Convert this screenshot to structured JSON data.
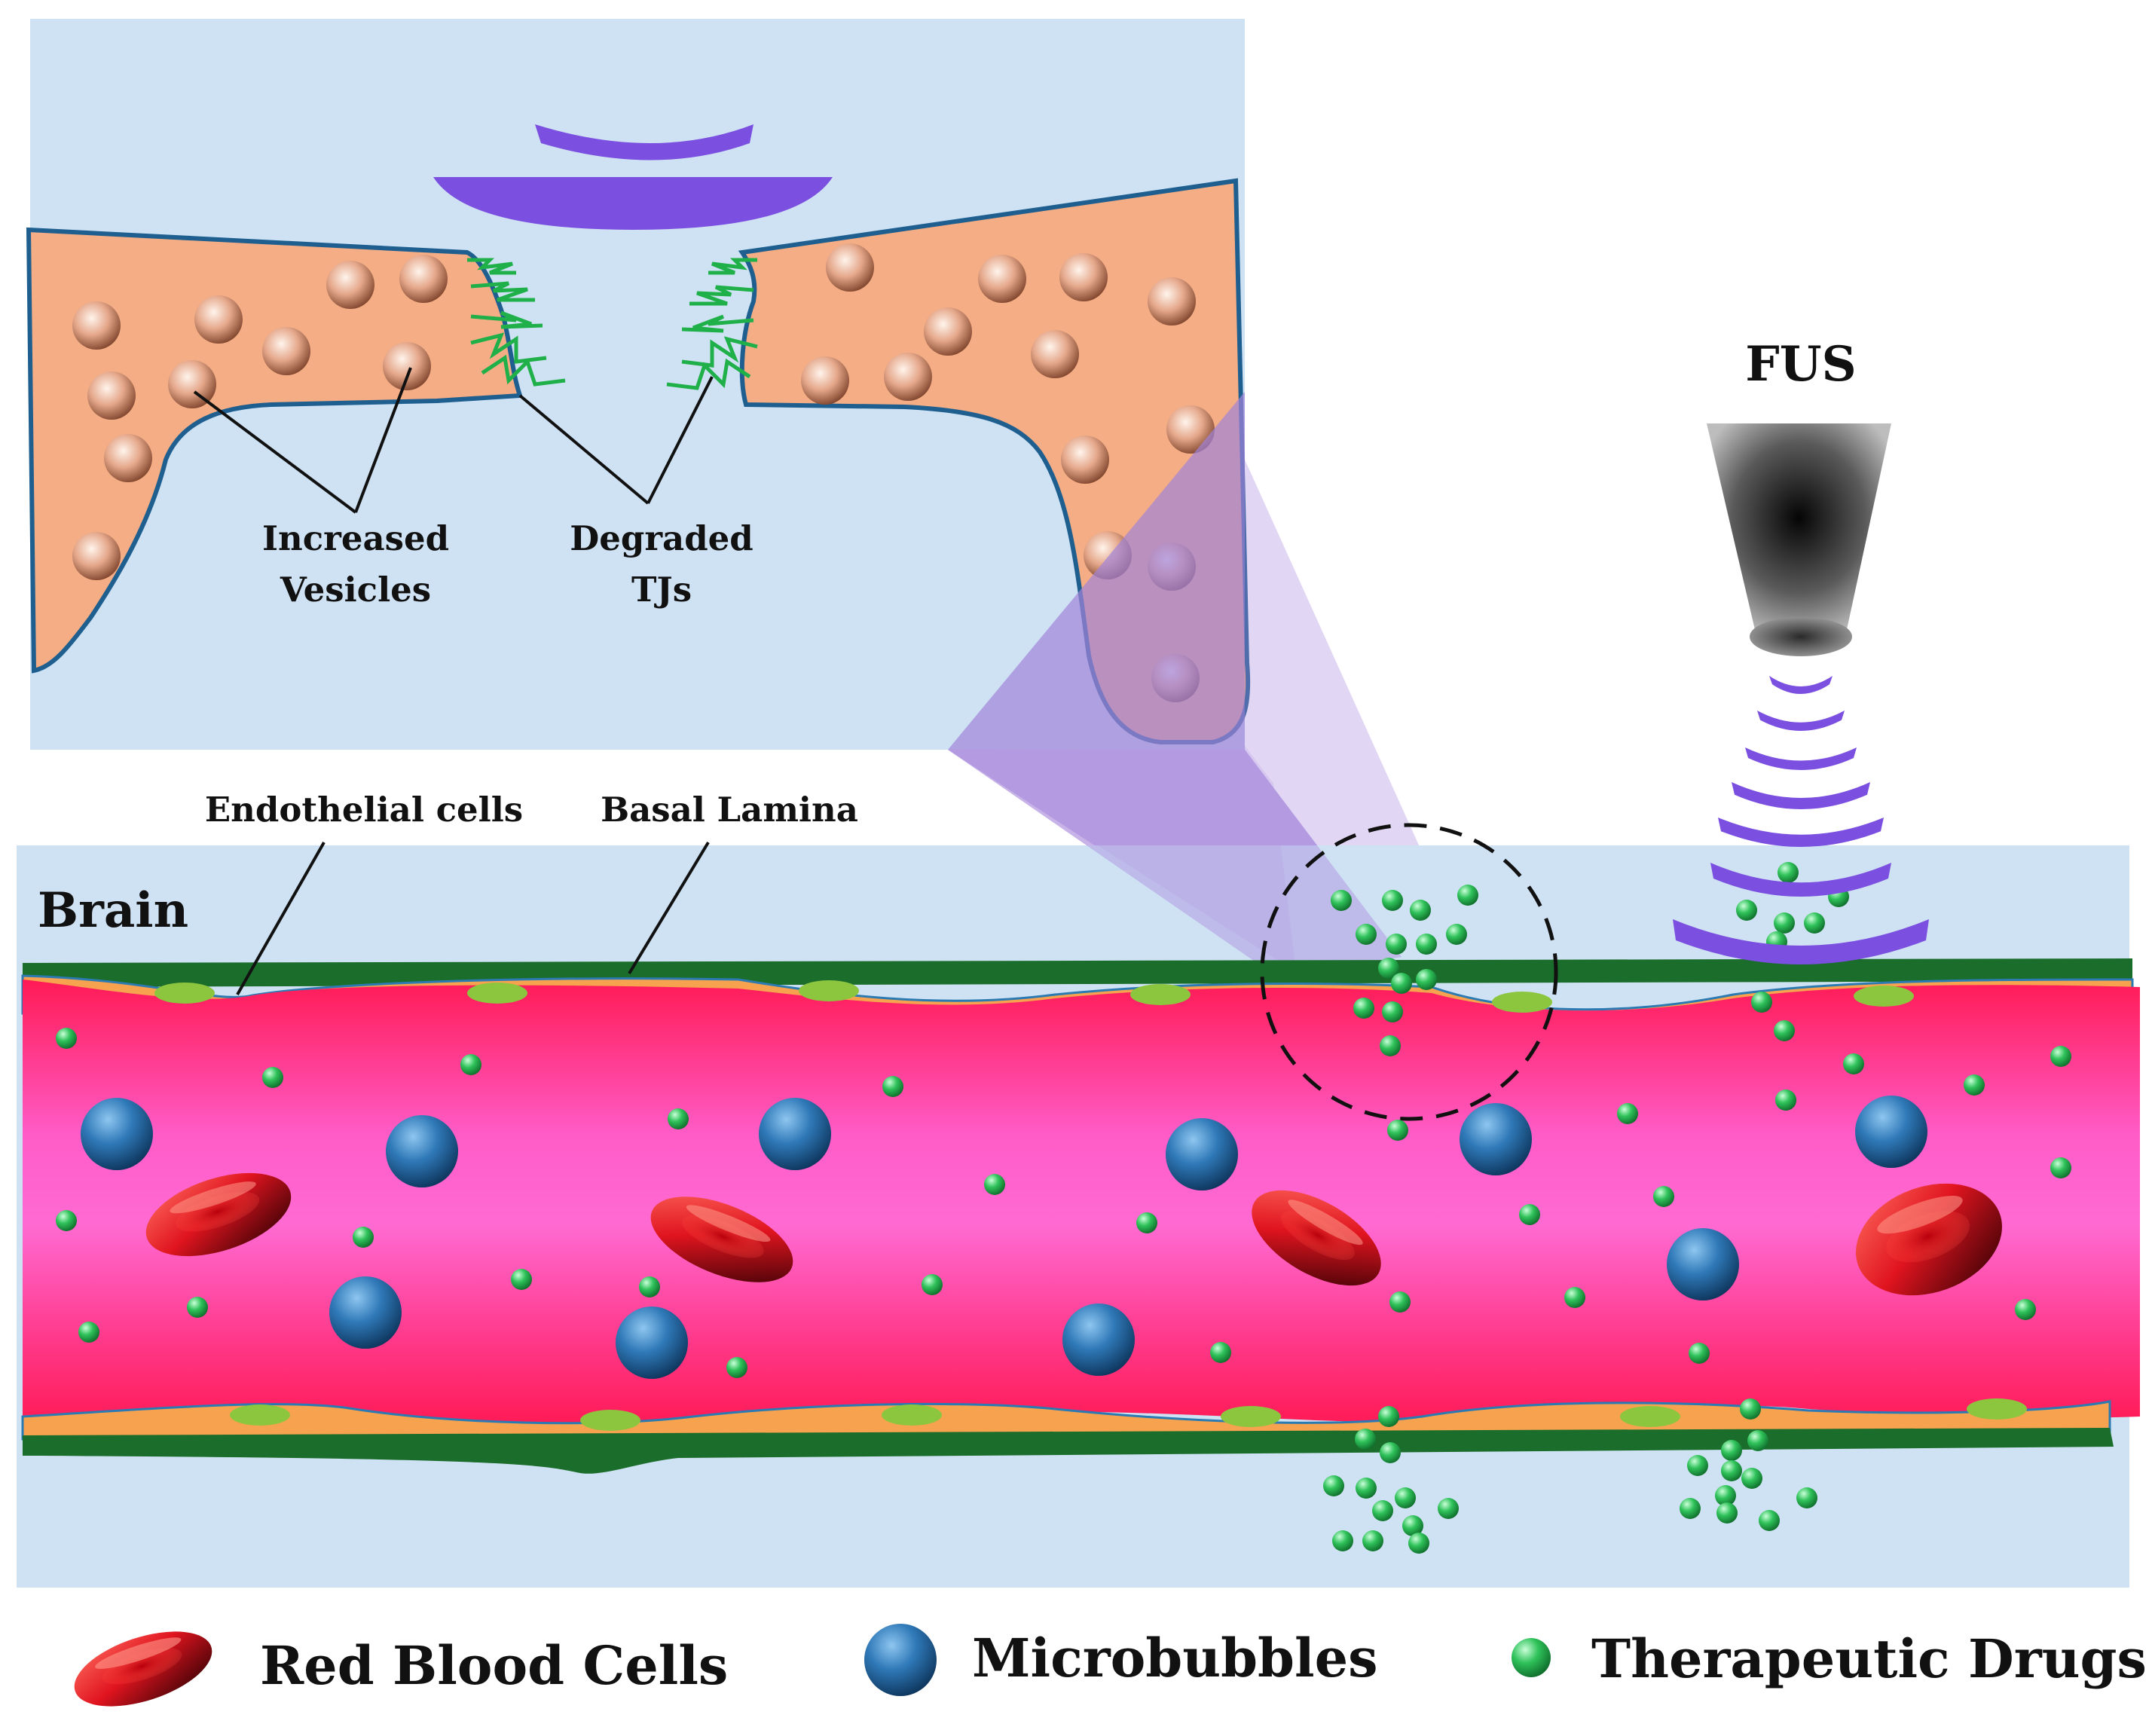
{
  "labels": {
    "fus": "FUS",
    "brain": "Brain",
    "endothelial": "Endothelial cells",
    "basal": "Basal Lamina",
    "increased_1": "Increased",
    "increased_2": "Vesicles",
    "degraded_1": "Degraded",
    "degraded_2": "TJs"
  },
  "legend": [
    {
      "label": "Red Blood Cells",
      "icon": "red-blood-cell-icon"
    },
    {
      "label": "Microbubbles",
      "icon": "microbubble-icon"
    },
    {
      "label": "Therapeutic Drugs",
      "icon": "drug-particle-icon"
    }
  ],
  "colors": {
    "background_tissue": "#cfe2f4",
    "vessel_edge": "#ff1a55",
    "vessel_center": "#ff6ad2",
    "endothelial": "#f6a24e",
    "nucleus": "#8cc63f",
    "basal_lamina": "#1b6d2b",
    "cell_body": "#f4ad84",
    "ultrasound_wave": "#7b4fe0",
    "microbubble": "#2f79b8",
    "drug": "#2fc25a",
    "rbc": "#e0141f"
  }
}
